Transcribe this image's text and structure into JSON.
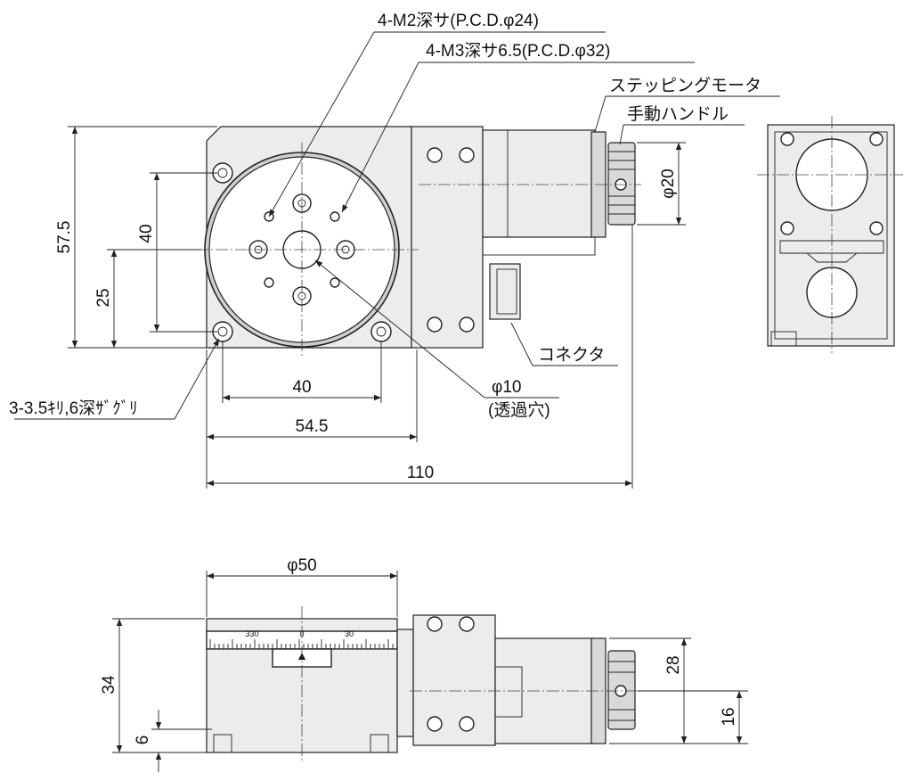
{
  "labels": {
    "m2": "4-M2深サ(P.C.D.φ24)",
    "m3": "4-M3深サ6.5(P.C.D.φ32)",
    "motor": "ステッピングモータ",
    "handle": "手動ハンドル",
    "connector": "コネクタ",
    "hole": "φ10",
    "hole_note": "(透過穴)",
    "counterbore": "3-3.5ｷﾘ,6深ｻﾞｸﾞﾘ"
  },
  "dims": {
    "h57_5": "57.5",
    "v40": "40",
    "v25": "25",
    "h40": "40",
    "h54_5": "54.5",
    "h110": "110",
    "phi20": "φ20",
    "phi50": "φ50",
    "h34": "34",
    "h28": "28",
    "h16": "16",
    "h6": "6"
  },
  "scale": {
    "t330": "330",
    "t0": "0",
    "t30": "30"
  }
}
